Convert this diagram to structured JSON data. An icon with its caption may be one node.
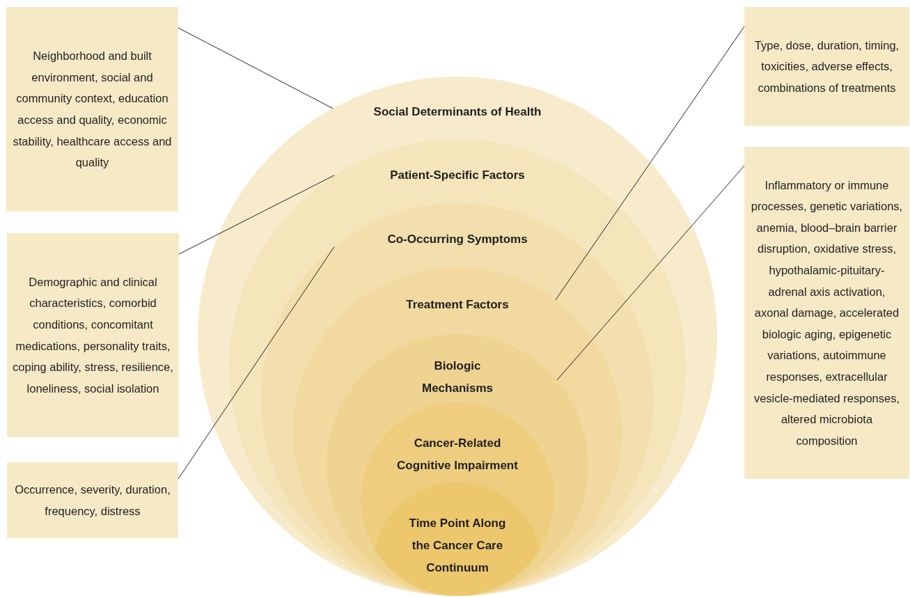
{
  "diagram": {
    "nodes": [
      {
        "text": [
          "Social Determinants of Health"
        ]
      },
      {
        "text": [
          "Patient-Specific Factors"
        ],
        "in": 0
      },
      {
        "text": [
          "Co-Occurring Symptoms"
        ],
        "in": 1
      },
      {
        "text": [
          "Treatment Factors"
        ],
        "in": 2
      },
      {
        "text": [
          "Biologic Mechanisms"
        ],
        "in": 3
      },
      {
        "text": [
          "Cancer-Related Cognitive Impairment"
        ],
        "in": 4
      },
      {
        "text": [
          "Time Point Along the Cancer Care Continuum"
        ],
        "in": 5
      },
      {
        "text": [
          "Neighborhood and built environment, social and community context, education access and quality, economic stability, healthcare access and quality"
        ]
      },
      {
        "text": [
          "Demographic and clinical characteristics, comorbid conditions, concomitant medications, personality traits, coping ability, stress, resilience, loneliness, social isolation"
        ]
      },
      {
        "text": [
          "Occurrence, severity, duration, frequency, distress"
        ]
      },
      {
        "text": [
          "Type, dose, duration, timing, toxicities, adverse effects, combinations of treatments"
        ]
      },
      {
        "text": [
          "Inflammatory or immune processes, genetic variations, anemia, blood–brain barrier disruption, oxidative stress, hypothalamic-pituitary-adrenal axis activation, axonal damage, accelerated biologic aging, epigenetic variations, autoimmune responses, extracellular vesicle-mediated responses, altered microbiota composition"
        ]
      }
    ],
    "edges": [
      {
        "from": 7,
        "to": 0,
        "arrow": "none"
      },
      {
        "from": 8,
        "to": 1,
        "arrow": "none"
      },
      {
        "from": 9,
        "to": 2,
        "arrow": "none"
      },
      {
        "from": 10,
        "to": 3,
        "arrow": "none"
      },
      {
        "from": 11,
        "to": 4,
        "arrow": "none"
      }
    ]
  }
}
